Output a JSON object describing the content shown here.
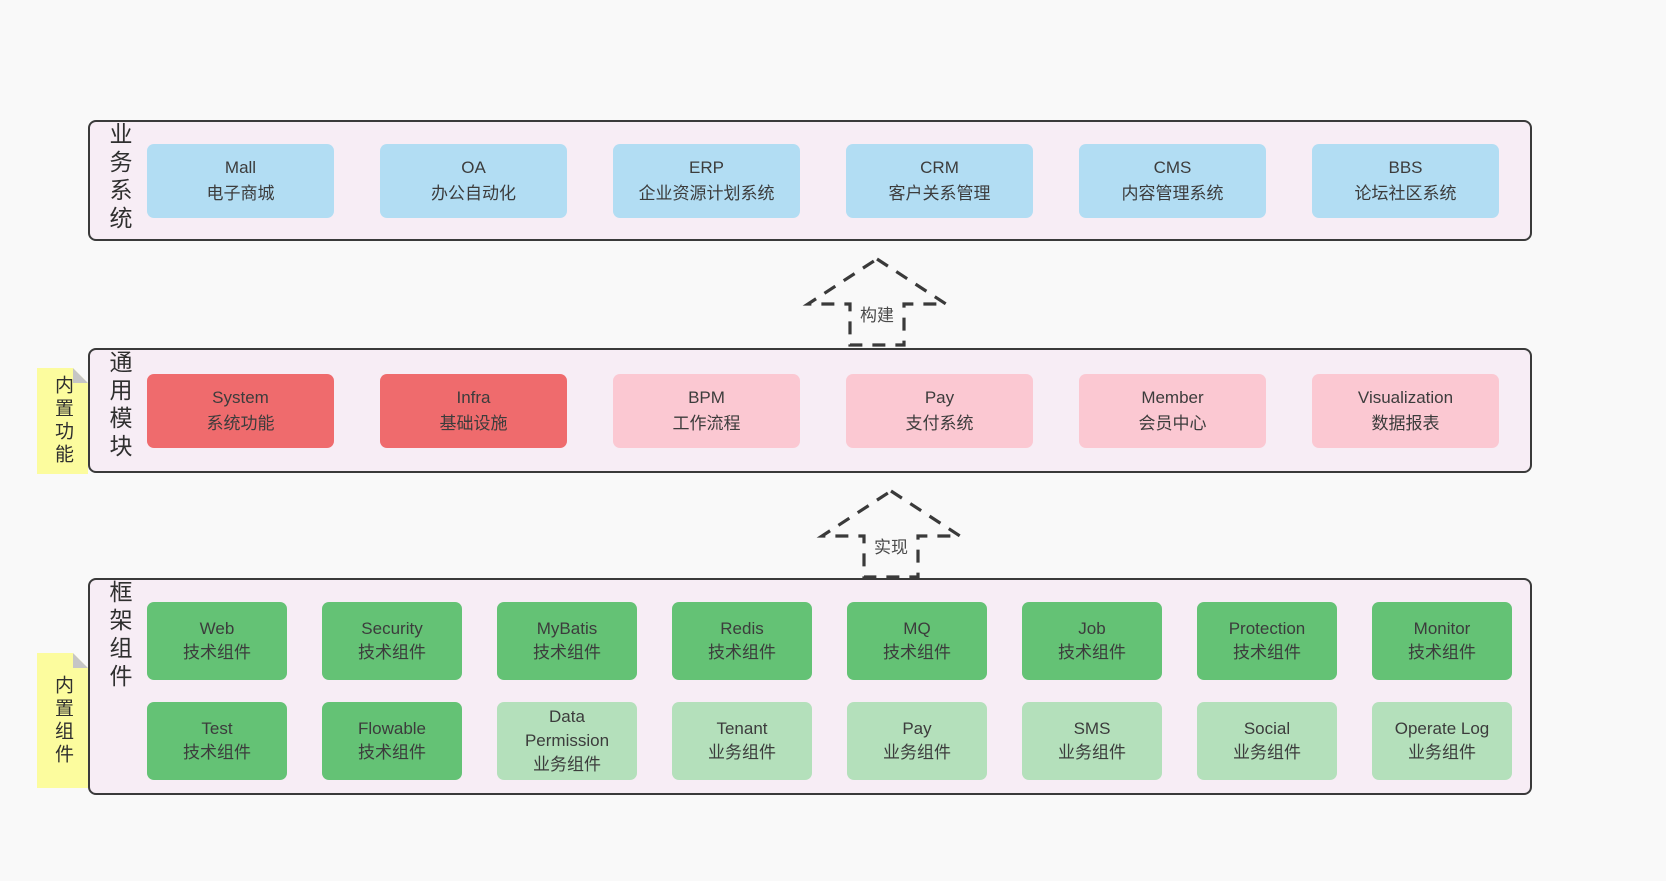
{
  "colors": {
    "blue": "#b2ddf3",
    "red": "#ef6b6d",
    "pink": "#fbc8d2",
    "green": "#64c275",
    "light_green": "#b4e0bb",
    "sticky_yellow": "#fcfc9e",
    "panel_background": "#f7edf5",
    "panel_border": "#3a3a3a"
  },
  "sections": [
    {
      "name": "business-systems",
      "side_label": "业务系统",
      "sticky_label": null,
      "rows": [
        [
          {
            "en": "Mall",
            "zh": "电子商城",
            "type": "blue"
          },
          {
            "en": "OA",
            "zh": "办公自动化",
            "type": "blue"
          },
          {
            "en": "ERP",
            "zh": "企业资源计划系统",
            "type": "blue"
          },
          {
            "en": "CRM",
            "zh": "客户关系管理",
            "type": "blue"
          },
          {
            "en": "CMS",
            "zh": "内容管理系统",
            "type": "blue"
          },
          {
            "en": "BBS",
            "zh": "论坛社区系统",
            "type": "blue"
          }
        ]
      ]
    },
    {
      "name": "common-modules",
      "side_label": "通用模块",
      "sticky_label": "内置功能",
      "rows": [
        [
          {
            "en": "System",
            "zh": "系统功能",
            "type": "red"
          },
          {
            "en": "Infra",
            "zh": "基础设施",
            "type": "red"
          },
          {
            "en": "BPM",
            "zh": "工作流程",
            "type": "pink"
          },
          {
            "en": "Pay",
            "zh": "支付系统",
            "type": "pink"
          },
          {
            "en": "Member",
            "zh": "会员中心",
            "type": "pink"
          },
          {
            "en": "Visualization",
            "zh": "数据报表",
            "type": "pink"
          }
        ]
      ]
    },
    {
      "name": "framework-components",
      "side_label": "框架组件",
      "sticky_label": "内置组件",
      "rows": [
        [
          {
            "en": "Web",
            "zh": "技术组件",
            "type": "green"
          },
          {
            "en": "Security",
            "zh": "技术组件",
            "type": "green"
          },
          {
            "en": "MyBatis",
            "zh": "技术组件",
            "type": "green"
          },
          {
            "en": "Redis",
            "zh": "技术组件",
            "type": "green"
          },
          {
            "en": "MQ",
            "zh": "技术组件",
            "type": "green"
          },
          {
            "en": "Job",
            "zh": "技术组件",
            "type": "green"
          },
          {
            "en": "Protection",
            "zh": "技术组件",
            "type": "green"
          },
          {
            "en": "Monitor",
            "zh": "技术组件",
            "type": "green"
          }
        ],
        [
          {
            "en": "Test",
            "zh": "技术组件",
            "type": "green"
          },
          {
            "en": "Flowable",
            "zh": "技术组件",
            "type": "green"
          },
          {
            "en": "Data Permission",
            "zh": "业务组件",
            "type": "lightgreen"
          },
          {
            "en": "Tenant",
            "zh": "业务组件",
            "type": "lightgreen"
          },
          {
            "en": "Pay",
            "zh": "业务组件",
            "type": "lightgreen"
          },
          {
            "en": "SMS",
            "zh": "业务组件",
            "type": "lightgreen"
          },
          {
            "en": "Social",
            "zh": "业务组件",
            "type": "lightgreen"
          },
          {
            "en": "Operate Log",
            "zh": "业务组件",
            "type": "lightgreen"
          }
        ]
      ]
    }
  ],
  "arrows": [
    {
      "label": "构建"
    },
    {
      "label": "实现"
    }
  ]
}
